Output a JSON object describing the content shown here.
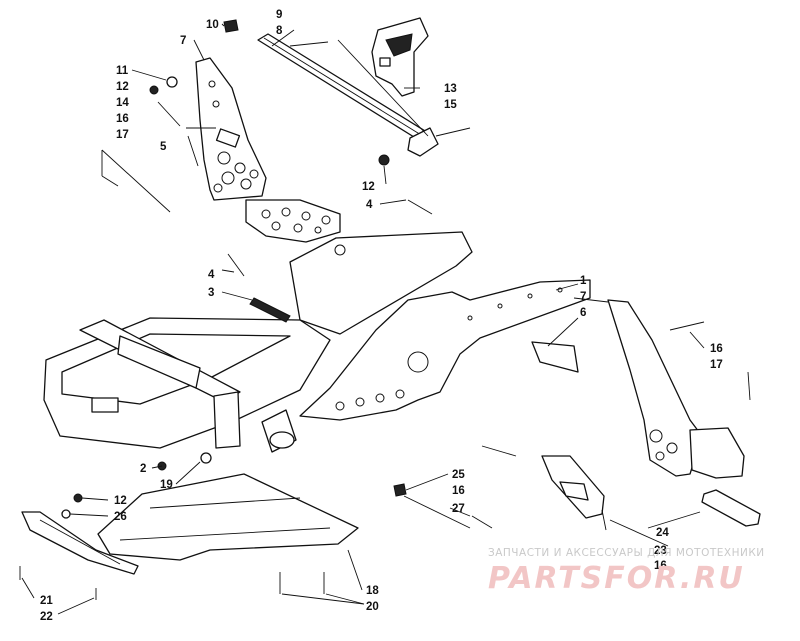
{
  "diagram": {
    "callouts": [
      {
        "id": "c10",
        "text": "10"
      },
      {
        "id": "c9",
        "text": "9"
      },
      {
        "id": "c8",
        "text": "8"
      },
      {
        "id": "c7a",
        "text": "7"
      },
      {
        "id": "c11",
        "text": "11"
      },
      {
        "id": "c12a",
        "text": "12"
      },
      {
        "id": "c14",
        "text": "14"
      },
      {
        "id": "c16a",
        "text": "16"
      },
      {
        "id": "c17a",
        "text": "17"
      },
      {
        "id": "c5",
        "text": "5"
      },
      {
        "id": "c13",
        "text": "13"
      },
      {
        "id": "c15",
        "text": "15"
      },
      {
        "id": "c12b",
        "text": "12"
      },
      {
        "id": "c4a",
        "text": "4"
      },
      {
        "id": "c4b",
        "text": "4"
      },
      {
        "id": "c3",
        "text": "3"
      },
      {
        "id": "c1",
        "text": "1"
      },
      {
        "id": "c7b",
        "text": "7"
      },
      {
        "id": "c6",
        "text": "6"
      },
      {
        "id": "c16b",
        "text": "16"
      },
      {
        "id": "c17b",
        "text": "17"
      },
      {
        "id": "c2",
        "text": "2"
      },
      {
        "id": "c19",
        "text": "19"
      },
      {
        "id": "c12c",
        "text": "12"
      },
      {
        "id": "c26",
        "text": "26"
      },
      {
        "id": "c25",
        "text": "25"
      },
      {
        "id": "c16c",
        "text": "16"
      },
      {
        "id": "c27",
        "text": "27"
      },
      {
        "id": "c24",
        "text": "24"
      },
      {
        "id": "c23",
        "text": "23"
      },
      {
        "id": "c16d",
        "text": "16"
      },
      {
        "id": "c18",
        "text": "18"
      },
      {
        "id": "c20",
        "text": "20"
      },
      {
        "id": "c21",
        "text": "21"
      },
      {
        "id": "c22",
        "text": "22"
      }
    ]
  },
  "watermark": {
    "tagline": "ЗАПЧАСТИ И АКСЕССУАРЫ ДЛЯ МОТОТЕХНИКИ",
    "logo": "PARTSFOR.RU"
  }
}
